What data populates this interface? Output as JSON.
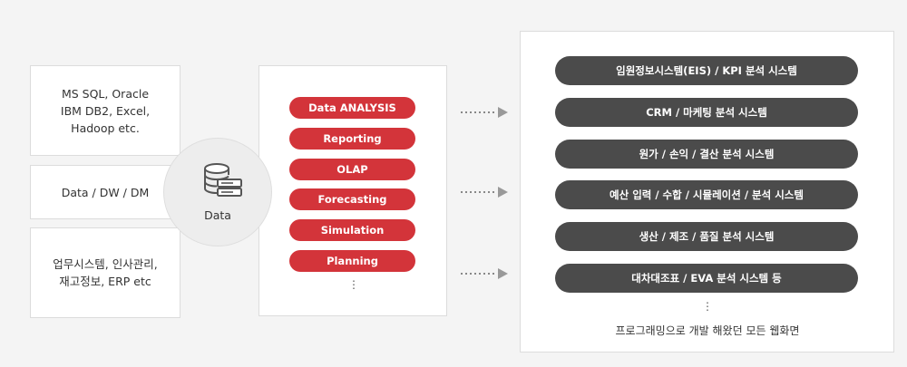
{
  "sources": [
    {
      "label": "MS SQL, Oracle\nIBM DB2, Excel,\nHadoop etc."
    },
    {
      "label": "Data / DW / DM"
    },
    {
      "label": "업무시스템, 인사관리,\n재고정보, ERP etc"
    }
  ],
  "hub": {
    "label": "Data",
    "icon": "database-server-icon"
  },
  "analysis": {
    "items": [
      "Data ANALYSIS",
      "Reporting",
      "OLAP",
      "Forecasting",
      "Simulation",
      "Planning"
    ],
    "more": "⋮",
    "color": "#d3343a"
  },
  "systems": {
    "items": [
      "임원정보시스템(EIS) / KPI 분석 시스템",
      "CRM / 마케팅 분석 시스템",
      "원가 / 손익 / 결산 분석 시스템",
      "예산 입력 / 수합 / 시뮬레이션 / 분석 시스템",
      "생산 / 제조 / 품질 분석 시스템",
      "대차대조표 / EVA 분석 시스템 등"
    ],
    "more": "⋮",
    "note": "프로그래밍으로 개발 해왔던 모든 웹화면",
    "color": "#4b4b4b"
  }
}
